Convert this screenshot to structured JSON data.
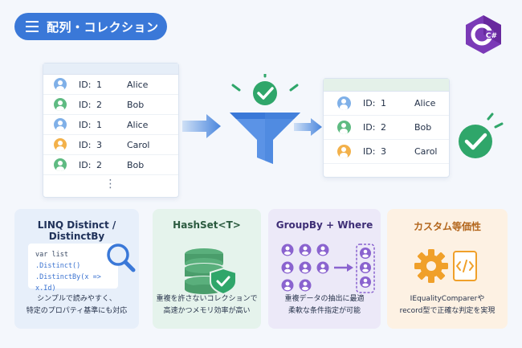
{
  "header": {
    "title": "配列・コレクション",
    "icon": "list-icon"
  },
  "logo": {
    "text": "C#",
    "icon": "csharp-logo",
    "color": "#7b3ab7"
  },
  "input_list": {
    "rows": [
      {
        "id_label": "ID:",
        "id": "1",
        "name": "Alice",
        "avatar": "blue"
      },
      {
        "id_label": "ID:",
        "id": "2",
        "name": "Bob",
        "avatar": "green"
      },
      {
        "id_label": "ID:",
        "id": "1",
        "name": "Alice",
        "avatar": "blue"
      },
      {
        "id_label": "ID:",
        "id": "3",
        "name": "Carol",
        "avatar": "orange"
      },
      {
        "id_label": "ID:",
        "id": "2",
        "name": "Bob",
        "avatar": "green"
      }
    ],
    "more": "⋮"
  },
  "output_list": {
    "rows": [
      {
        "id_label": "ID:",
        "id": "1",
        "name": "Alice",
        "avatar": "blue"
      },
      {
        "id_label": "ID:",
        "id": "2",
        "name": "Bob",
        "avatar": "green"
      },
      {
        "id_label": "ID:",
        "id": "3",
        "name": "Carol",
        "avatar": "orange"
      }
    ]
  },
  "colors": {
    "accent": "#3a78d8",
    "success": "#2fa66a",
    "funnel": "#5b93e6"
  },
  "panels": [
    {
      "title": "LINQ Distinct / DistinctBy",
      "code": [
        "var list",
        ".Distinct()",
        ".DistinctBy(x => x.Id)"
      ],
      "desc": [
        "シンプルで読みやすく、",
        "特定のプロパティ基準にも対応"
      ],
      "icon": "magnifier-icon"
    },
    {
      "title": "HashSet<T>",
      "desc": [
        "重複を許さないコレクションで",
        "高速かつメモリ効率が高い"
      ],
      "icon": "database-shield-icon"
    },
    {
      "title": "GroupBy + Where",
      "desc": [
        "重複データの抽出に最適",
        "柔軟な条件指定が可能"
      ],
      "icon": "group-users-icon"
    },
    {
      "title": "カスタム等価性",
      "desc": [
        "IEqualityComparerや",
        "record型で正確な判定を実現"
      ],
      "icon": "gear-code-icon"
    }
  ]
}
